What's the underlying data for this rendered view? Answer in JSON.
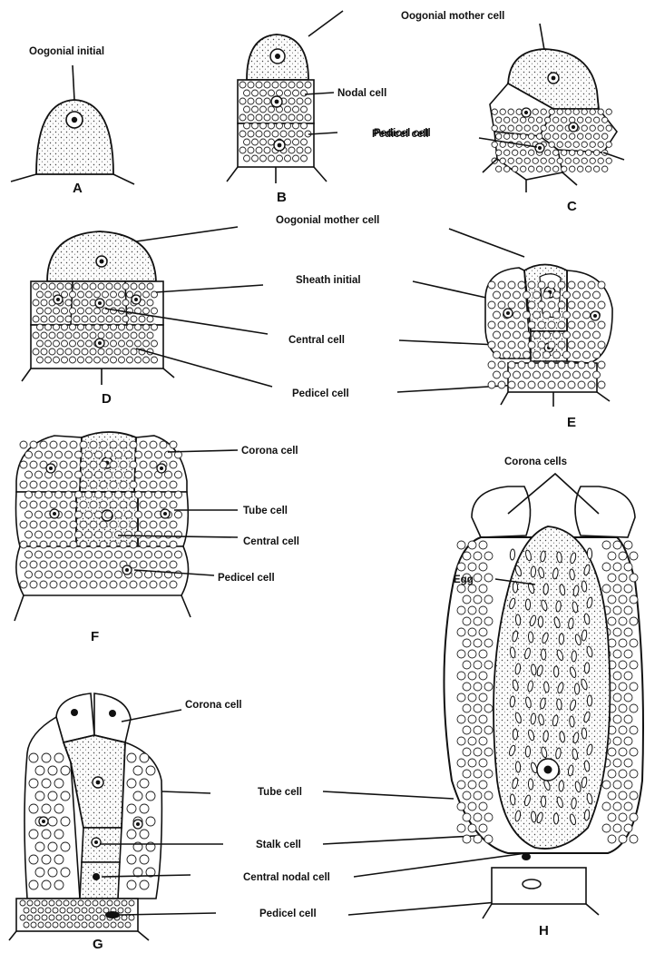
{
  "panels": {
    "A": {
      "letter": "A",
      "labels": {
        "oogonial_initial": "Oogonial initial"
      }
    },
    "B": {
      "letter": "B",
      "labels": {
        "nodal": "Nodal cell",
        "pedicel": "Pedicel cell"
      }
    },
    "C": {
      "letter": "C",
      "labels": {
        "mother": "Oogonial mother cell",
        "pedicel": "Pedicel cell"
      }
    },
    "D": {
      "letter": "D"
    },
    "E": {
      "letter": "E"
    },
    "DE_labels": {
      "mother": "Oogonial mother  cell",
      "sheath": "Sheath initial",
      "central": "Central cell",
      "pedicel": "Pedicel cell"
    },
    "F": {
      "letter": "F",
      "labels": {
        "corona": "Corona cell",
        "tube": "Tube  cell",
        "central": "Central cell",
        "pedicel": "Pedicel cell"
      }
    },
    "G": {
      "letter": "G",
      "labels": {
        "corona": "Corona cell"
      }
    },
    "H": {
      "letter": "H",
      "labels": {
        "corona": "Corona cells",
        "egg": "Egg"
      }
    },
    "GH_labels": {
      "tube": "Tube  cell",
      "stalk": "Stalk  cell",
      "central_nodal": "Central nodal cell",
      "pedicel": "Pedicel cell"
    }
  },
  "colors": {
    "ink": "#111111",
    "stipple": "#f4f4f4"
  }
}
